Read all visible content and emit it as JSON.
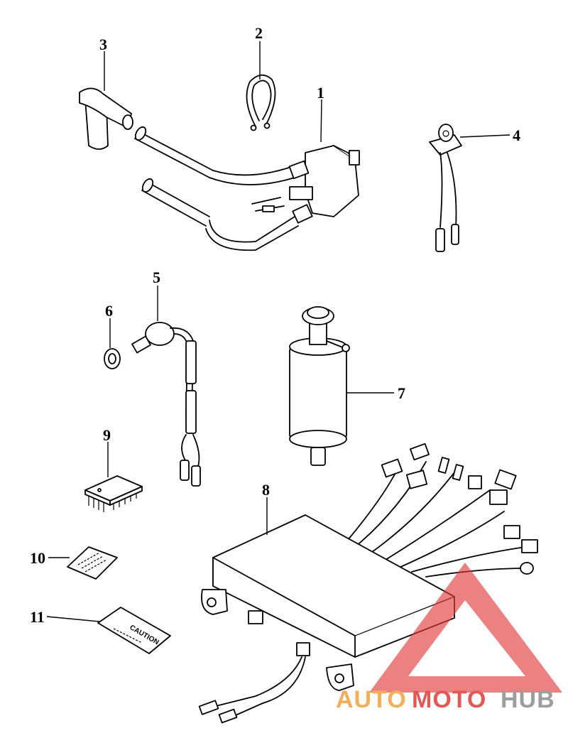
{
  "callouts": [
    {
      "id": "1",
      "label": "1"
    },
    {
      "id": "2",
      "label": "2"
    },
    {
      "id": "3",
      "label": "3"
    },
    {
      "id": "4",
      "label": "4"
    },
    {
      "id": "5",
      "label": "5"
    },
    {
      "id": "6",
      "label": "6"
    },
    {
      "id": "7",
      "label": "7"
    },
    {
      "id": "8",
      "label": "8"
    },
    {
      "id": "9",
      "label": "9"
    },
    {
      "id": "10",
      "label": "10"
    },
    {
      "id": "11",
      "label": "11"
    }
  ],
  "decal_text": "CAUTION",
  "watermark": {
    "part1": "AUTO",
    "part2": "MOTO",
    "part3": "HUB",
    "color_orange": "#f2a23a",
    "color_red": "#e03a3a",
    "color_gray": "#8c8c8c"
  }
}
